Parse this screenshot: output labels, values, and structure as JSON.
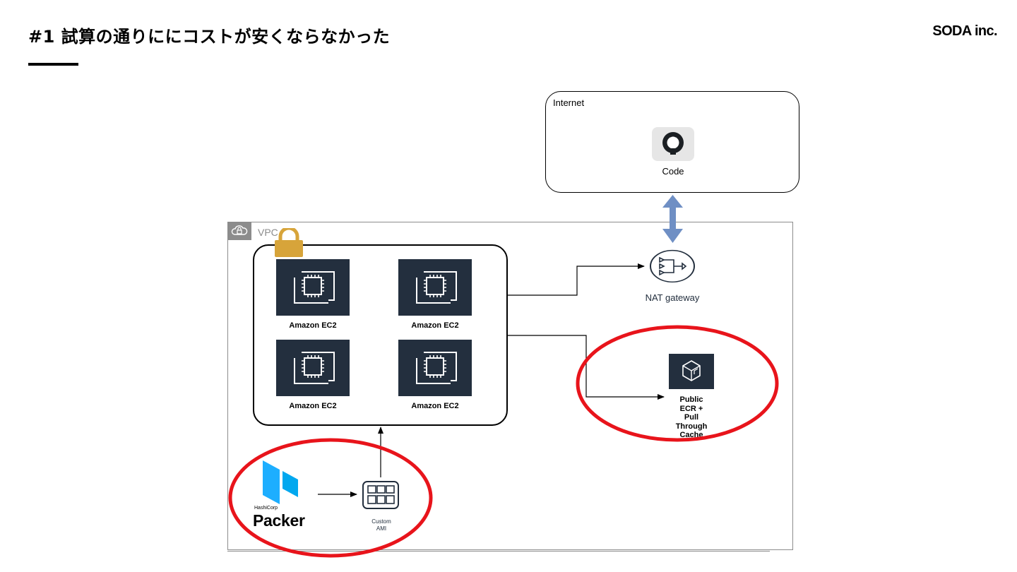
{
  "slide": {
    "title": "#1 試算の通りににコストが安くならなかった",
    "brand": "SODA inc."
  },
  "diagram": {
    "internet": {
      "label": "Internet",
      "code_label": "Code"
    },
    "vpc": {
      "label": "VPC"
    },
    "ec2_instances": [
      {
        "label": "Amazon EC2"
      },
      {
        "label": "Amazon EC2"
      },
      {
        "label": "Amazon EC2"
      },
      {
        "label": "Amazon EC2"
      }
    ],
    "nat_gateway": {
      "label": "NAT gateway"
    },
    "ecr": {
      "label_lines": [
        "Public",
        "ECR +",
        "Pull",
        "Through",
        "Cache"
      ]
    },
    "packer": {
      "vendor": "HashiCorp",
      "name": "Packer"
    },
    "custom_ami": {
      "label_lines": [
        "Custom",
        "AMI"
      ]
    },
    "colors": {
      "aws_dark": "#232f3e",
      "highlight_red": "#e8141b",
      "bidirectional_arrow": "#6f8fc4",
      "lock_gold": "#d7a43a",
      "packer_blue": "#1daeff",
      "vpc_gray": "#8c8c8c"
    },
    "icons": [
      "github-icon",
      "lock-icon",
      "ec2-chip-icon",
      "nat-gateway-icon",
      "ecr-icon",
      "packer-logo",
      "ami-grid-icon",
      "vpc-cloud-icon"
    ]
  }
}
